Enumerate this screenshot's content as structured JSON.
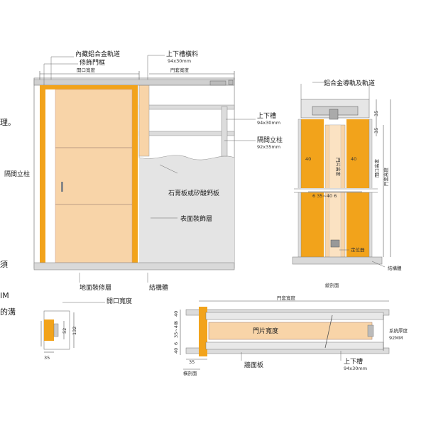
{
  "colors": {
    "frame": "#f2a31b",
    "door": "#f8d4a8",
    "wall": "#e4e4e4",
    "rail": "#c8c8c8",
    "floor": "#d9d9d9"
  },
  "front": {
    "rail_label": "內藏鋁合金軌道",
    "trim_label": "修飾門框",
    "opening_width": "開口寬度",
    "rail_beam_label": "上下槽橫料",
    "rail_beam_size": "94x30mm",
    "frame_width": "門套寬度",
    "upper_lower_slot": "上下槽",
    "upper_lower_slot_size": "94x30mm",
    "stud_label": "隔間立柱",
    "stud_size": "92x35mm",
    "left_stud": "隔間立柱",
    "board_label": "石膏板或矽酸鈣板",
    "finish_label": "表面裝飾層",
    "floor_finish": "地面裝修層",
    "structure": "結構體",
    "side_text_1": "理。",
    "side_text_2": "須",
    "side_text_3": "IM",
    "side_text_4": "的溝"
  },
  "vertical": {
    "rail_label": "鋁合金導軌及軌道",
    "dim_35a": "35",
    "dim_35b": "35",
    "dim_40a": "40",
    "dim_40b": "40",
    "door_height": "門片高度",
    "opening_height": "開口高度",
    "frame_height": "門套高度",
    "dim_bottom": "6  35~40  6",
    "stopper": "定位器",
    "structure": "結構體",
    "title": "縱剖面"
  },
  "detail": {
    "dim_52": "52",
    "dim_132": "132",
    "dim_35": "35"
  },
  "horizontal": {
    "opening_width": "開口寬度",
    "frame_width": "門套寬度",
    "door_width": "門片寬度",
    "system_thickness": "系統厚度",
    "system_thickness_val": "92MM",
    "dim_40a": "40",
    "dim_6a": "6",
    "dim_35_40": "35~40",
    "dim_6b": "6",
    "dim_40b": "40",
    "dim_35": "35",
    "wall_board": "牆面板",
    "slot_label": "上下槽",
    "slot_size": "94x30mm",
    "title": "橫剖面"
  }
}
